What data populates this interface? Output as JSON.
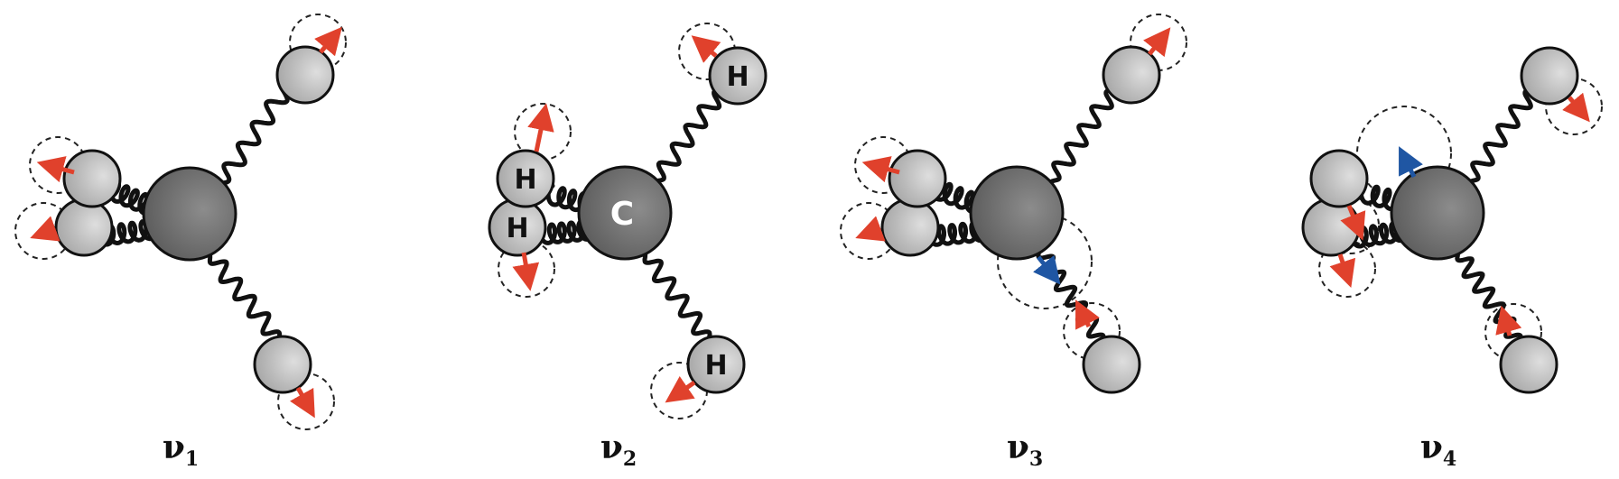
{
  "labels": {
    "carbon": "C",
    "hydrogen": "H"
  },
  "colors": {
    "carbon": "#6f6f6f",
    "hydrogen": "#bdbdbd",
    "arrow_hydrogen": "#e0412c",
    "arrow_carbon": "#1f56a3",
    "bond": "#111111",
    "amplitude_circle": "#222222"
  },
  "modes": [
    {
      "label": "ν",
      "subscript": "1"
    },
    {
      "label": "ν",
      "subscript": "2"
    },
    {
      "label": "ν",
      "subscript": "3"
    },
    {
      "label": "ν",
      "subscript": "4"
    }
  ]
}
